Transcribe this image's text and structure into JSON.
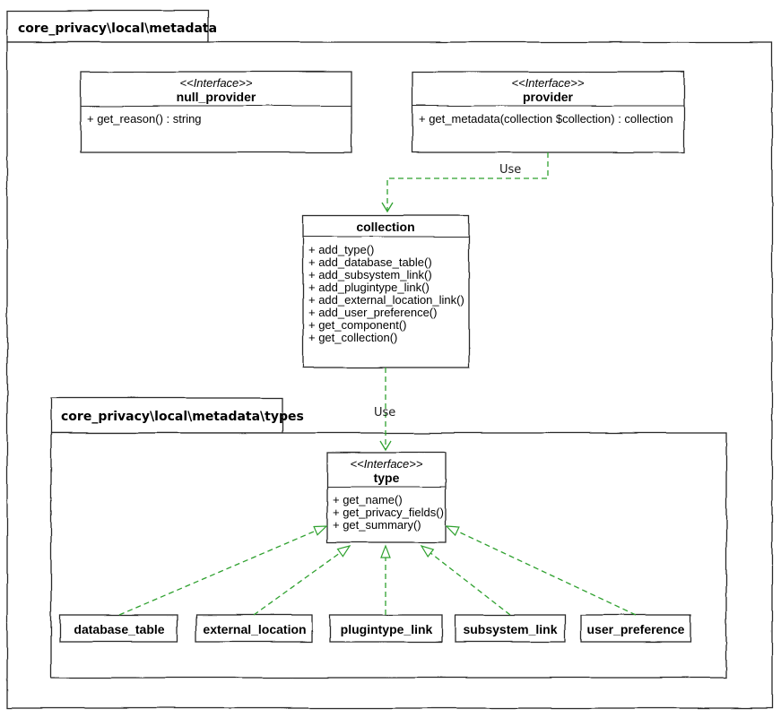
{
  "diagram_type": "uml-class-diagram",
  "colors": {
    "arrow": "#2fa12f",
    "border": "#2b2b2b",
    "box_fill": "#ffffff",
    "background": "#ffffff"
  },
  "packages": {
    "metadata": {
      "label": "core_privacy\\local\\metadata"
    },
    "types": {
      "label": "core_privacy\\local\\metadata\\types"
    }
  },
  "classes": {
    "null_provider": {
      "stereotype": "<<Interface>>",
      "name": "null_provider",
      "methods": [
        "+ get_reason() : string"
      ]
    },
    "provider": {
      "stereotype": "<<Interface>>",
      "name": "provider",
      "methods": [
        "+ get_metadata(collection $collection) : collection"
      ]
    },
    "collection": {
      "name": "collection",
      "methods": [
        "+ add_type()",
        "+ add_database_table()",
        "+ add_subsystem_link()",
        "+ add_plugintype_link()",
        "+ add_external_location_link()",
        "+ add_user_preference()",
        "+ get_component()",
        "+ get_collection()"
      ]
    },
    "type": {
      "stereotype": "<<Interface>>",
      "name": "type",
      "methods": [
        "+ get_name()",
        "+ get_privacy_fields()",
        "+ get_summary()"
      ]
    },
    "database_table": {
      "name": "database_table"
    },
    "external_location": {
      "name": "external_location"
    },
    "plugintype_link": {
      "name": "plugintype_link"
    },
    "subsystem_link": {
      "name": "subsystem_link"
    },
    "user_preference": {
      "name": "user_preference"
    }
  },
  "edges": {
    "provider_to_collection": {
      "type": "dependency",
      "label": "Use",
      "from": "provider",
      "to": "collection"
    },
    "collection_to_type": {
      "type": "dependency",
      "label": "Use",
      "from": "collection",
      "to": "type"
    },
    "realizations": [
      {
        "type": "realization",
        "from": "database_table",
        "to": "type"
      },
      {
        "type": "realization",
        "from": "external_location",
        "to": "type"
      },
      {
        "type": "realization",
        "from": "plugintype_link",
        "to": "type"
      },
      {
        "type": "realization",
        "from": "subsystem_link",
        "to": "type"
      },
      {
        "type": "realization",
        "from": "user_preference",
        "to": "type"
      }
    ]
  }
}
